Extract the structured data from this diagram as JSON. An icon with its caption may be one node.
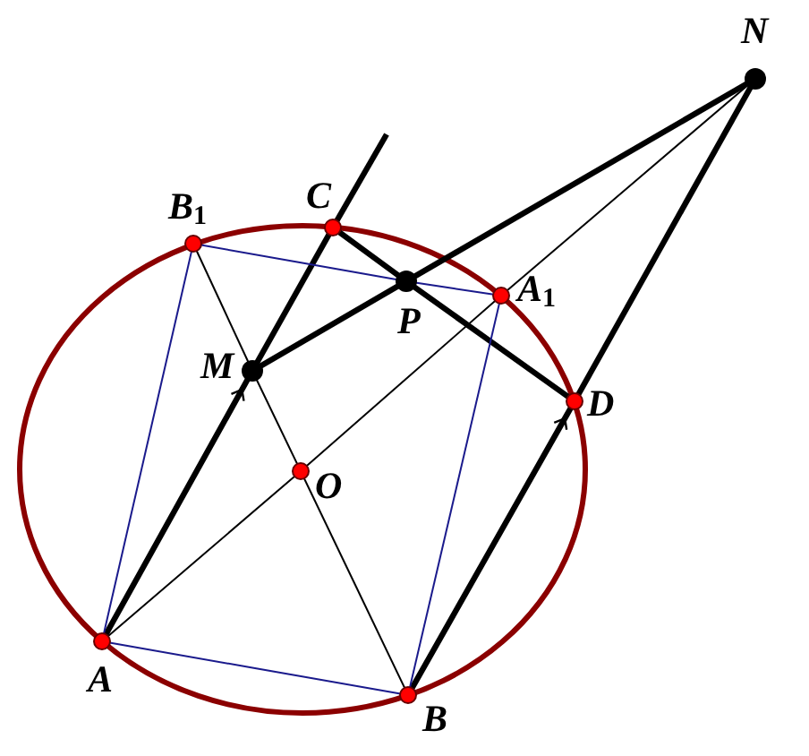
{
  "diagram": {
    "nodes": [
      {
        "text": [
          "N"
        ]
      },
      {
        "text": [
          "C"
        ]
      },
      {
        "text": [
          "B$_{1}$"
        ]
      },
      {
        "text": [
          "P"
        ]
      },
      {
        "text": [
          "A$_{1}$"
        ]
      },
      {
        "text": [
          "M"
        ]
      },
      {
        "text": [
          "D"
        ]
      },
      {
        "text": [
          "O"
        ]
      },
      {
        "text": [
          "A"
        ]
      },
      {
        "text": [
          "B"
        ]
      }
    ],
    "edges": [
      {
        "from": 8,
        "to": 5,
        "arrow": "to",
        "style": "thick"
      },
      {
        "from": 5,
        "to": 1,
        "arrow": "none",
        "style": "thick"
      },
      {
        "from": 1,
        "to": null,
        "arrow": "none",
        "style": "thick"
      },
      {
        "from": 5,
        "to": 3,
        "arrow": "none",
        "style": "thick"
      },
      {
        "from": 3,
        "to": 0,
        "arrow": "none",
        "style": "thick"
      },
      {
        "from": 1,
        "to": 3,
        "arrow": "none",
        "style": "thick"
      },
      {
        "from": 3,
        "to": 6,
        "arrow": "none",
        "style": "thick"
      },
      {
        "from": 9,
        "to": 6,
        "arrow": "to",
        "style": "thick"
      },
      {
        "from": 6,
        "to": 0,
        "arrow": "none",
        "style": "thick"
      },
      {
        "from": 8,
        "to": 7,
        "arrow": "none"
      },
      {
        "from": 7,
        "to": 4,
        "arrow": "none"
      },
      {
        "from": 4,
        "to": 0,
        "arrow": "none"
      },
      {
        "from": 2,
        "to": 5,
        "arrow": "none"
      },
      {
        "from": 5,
        "to": 7,
        "arrow": "none"
      },
      {
        "from": 7,
        "to": 9,
        "arrow": "none"
      },
      {
        "from": 8,
        "to": 2,
        "arrow": "none",
        "color": "#1a1a8c"
      },
      {
        "from": 2,
        "to": 3,
        "arrow": "none",
        "color": "#1a1a8c"
      },
      {
        "from": 3,
        "to": 4,
        "arrow": "none",
        "color": "#1a1a8c"
      },
      {
        "from": 4,
        "to": 9,
        "arrow": "none",
        "color": "#1a1a8c"
      },
      {
        "from": 9,
        "to": 8,
        "arrow": "none",
        "color": "#1a1a8c"
      }
    ]
  }
}
